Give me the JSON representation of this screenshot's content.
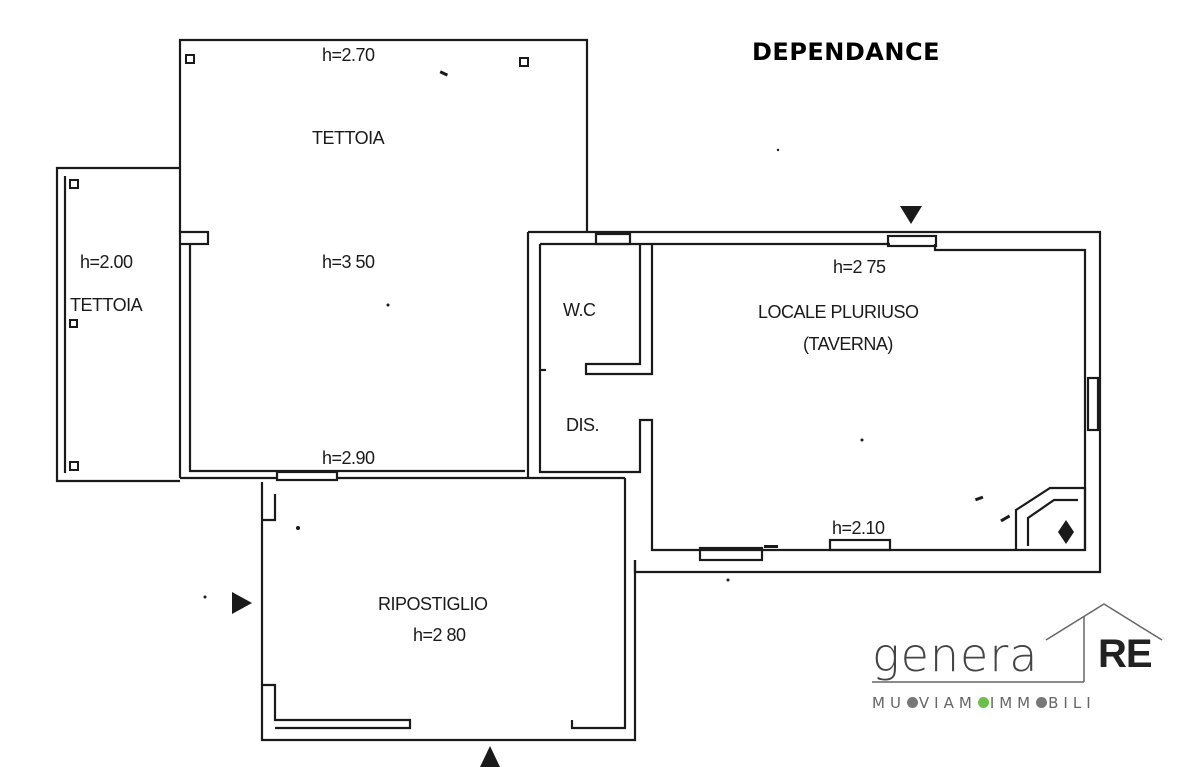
{
  "heading": "DEPENDANCE",
  "rooms": {
    "tettoia_main": {
      "name": "TETTOIA",
      "height_top": "h=2.70",
      "height_center": "h=3 50",
      "height_bottom": "h=2.90"
    },
    "tettoia_side": {
      "height": "h=2.00",
      "name": "TETTOIA"
    },
    "wc": {
      "name": "W.C"
    },
    "dis": {
      "name": "DIS."
    },
    "locale": {
      "name": "LOCALE PLURIUSO",
      "subname": "(TAVERNA)",
      "height_top": "h=2 75",
      "height_bottom": "h=2.10"
    },
    "ripostiglio": {
      "name": "RIPOSTIGLIO",
      "height": "h=2 80"
    }
  },
  "logo": {
    "word": "genera",
    "mark": "RE",
    "tagline_parts": [
      "MU",
      "VIAM",
      "IMM",
      "BILI"
    ],
    "colors": {
      "dot_gray": "#777777",
      "dot_green": "#6cc04a"
    }
  },
  "colors": {
    "wall": "#1a1a1a",
    "background": "#ffffff"
  }
}
